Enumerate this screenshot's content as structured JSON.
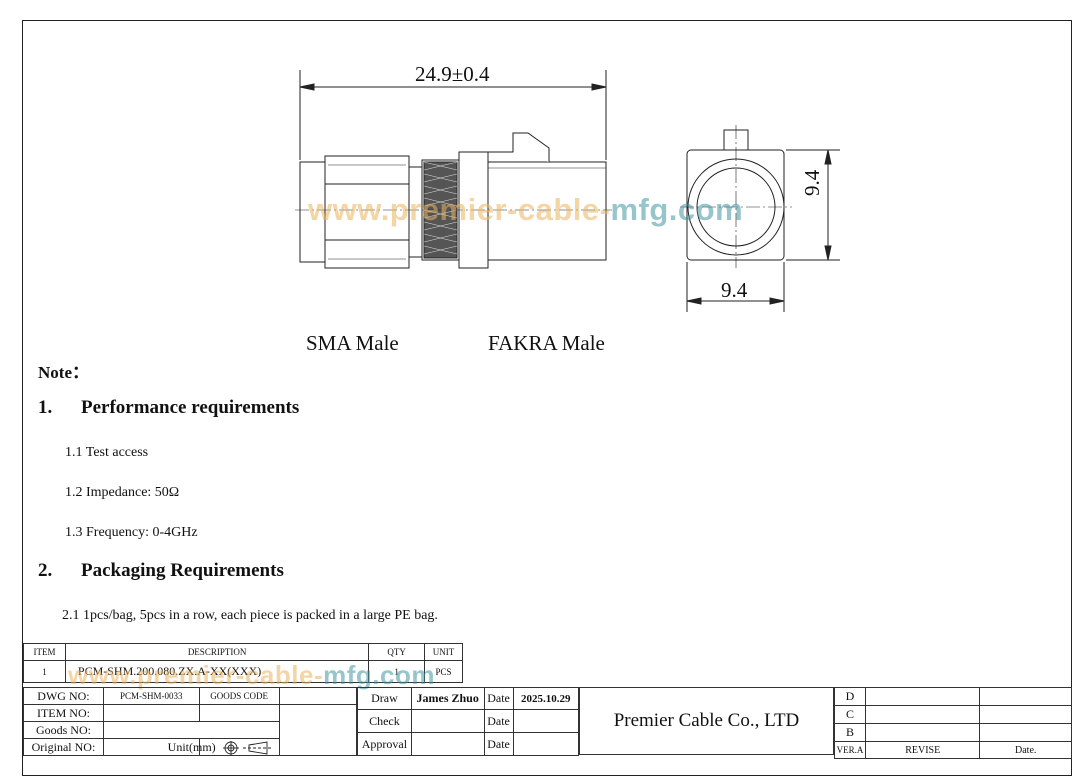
{
  "drawing": {
    "dimension_length": "24.9±0.4",
    "dimension_height": "9.4",
    "dimension_width": "9.4",
    "label_left": "SMA Male",
    "label_right": "FAKRA Male",
    "watermark": "www.premier-cable-mfg.com",
    "watermark_parts": [
      "www.premier-cable-",
      "mfg.com"
    ]
  },
  "notes": {
    "title": "Note：",
    "sections": [
      {
        "num": "1.",
        "title": "Performance requirements",
        "items": [
          "1.1 Test access",
          "1.2 Impedance: 50Ω",
          "1.3 Frequency: 0-4GHz"
        ]
      },
      {
        "num": "2.",
        "title": "Packaging Requirements",
        "items": [
          "2.1 1pcs/bag, 5pcs in a row, each piece is packed in a large PE bag."
        ]
      }
    ]
  },
  "bom": {
    "headers": {
      "item": "ITEM",
      "description": "DESCRIPTION",
      "qty": "QTY",
      "unit": "UNIT"
    },
    "rows": [
      {
        "item": "1",
        "description": "PCM-SHM.200.080.ZX.A-XX(XXX)",
        "qty": "1",
        "unit": "PCS"
      }
    ]
  },
  "title_block": {
    "dwg_no_label": "DWG NO:",
    "dwg_no": "PCM-SHM-0033",
    "goods_code_label": "GOODS CODE",
    "item_no_label": "ITEM NO:",
    "goods_no_label": "Goods NO:",
    "original_no_label": "Original NO:",
    "unit_label": "Unit(mm)",
    "draw_label": "Draw",
    "draw_name": "James Zhuo",
    "date_label": "Date",
    "draw_date": "2025.10.29",
    "check_label": "Check",
    "approval_label": "Approval",
    "company": "Premier Cable Co., LTD",
    "revisions": [
      "D",
      "C",
      "B"
    ],
    "ver_label": "VER.A",
    "revise_label": "REVISE",
    "revdate_label": "Date."
  }
}
